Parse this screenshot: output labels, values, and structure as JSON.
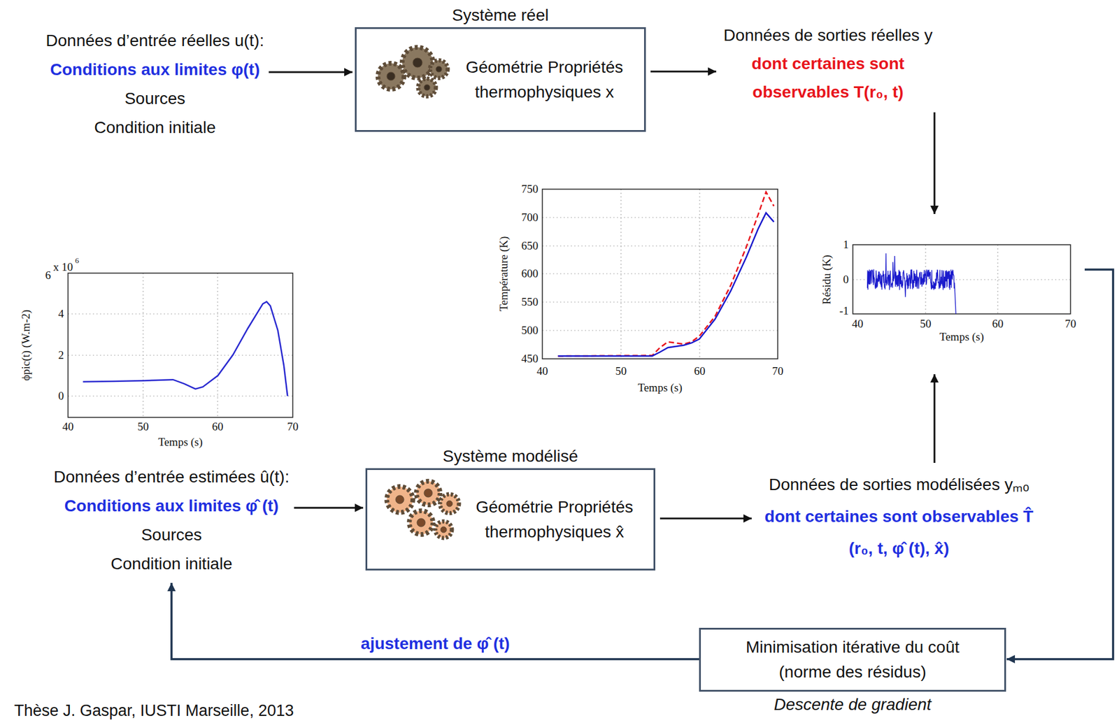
{
  "diagram": {
    "nodes": [
      {
        "text": [
          "Données d’entrée réelles u(t):",
          "Conditions aux limites φ(t)",
          "Sources",
          "Condition initiale"
        ]
      },
      {
        "text": [
          "Système réel",
          "Géométrie Propriétés thermophysiques x"
        ]
      },
      {
        "text": [
          "Données de sorties réelles y",
          "dont certaines sont observables T(r₀, t)"
        ]
      },
      {
        "text": [
          "Résidu (K)",
          "Temps (s)"
        ]
      },
      {
        "text": [
          "Données d’entrée estimées û(t):",
          "Conditions aux limites φ̂ (t)",
          "Sources",
          "Condition initiale"
        ]
      },
      {
        "text": [
          "Système modélisé",
          "Géométrie Propriétés thermophysiques x̂"
        ]
      },
      {
        "text": [
          "Données de sorties modélisées yₘₒ",
          "dont certaines sont observables T̂ (r₀, t, φ̂ (t), x̂)"
        ]
      },
      {
        "text": [
          "Minimisation itérative du coût (norme des résidus)",
          "Descente de gradient"
        ]
      }
    ],
    "edges": [
      {
        "from": 0,
        "to": 1,
        "arrow": "to"
      },
      {
        "from": 1,
        "to": 2,
        "arrow": "to"
      },
      {
        "from": 2,
        "to": 3,
        "arrow": "to"
      },
      {
        "from": 6,
        "to": 3,
        "arrow": "to"
      },
      {
        "from": 4,
        "to": 5,
        "arrow": "to"
      },
      {
        "from": 5,
        "to": 6,
        "arrow": "to"
      },
      {
        "from": 3,
        "to": 7,
        "arrow": "to"
      },
      {
        "from": 7,
        "to": 4,
        "label": "ajustement de φ̂ (t)",
        "arrow": "to"
      }
    ],
    "labels": [
      "Thèse J. Gaspar, IUSTI Marseille, 2013",
      "6",
      "x 10",
      "6",
      "4",
      "2",
      "0",
      "40",
      "50",
      "60",
      "70",
      "Temps (s)",
      "ϕpic(t) (W.m-2)",
      "750",
      "700",
      "650",
      "600",
      "550",
      "500",
      "450",
      "40",
      "50",
      "60",
      "70",
      "Temps (s)",
      "Température (K)",
      "1",
      "0",
      "-1",
      "40",
      "50",
      "60",
      "70"
    ]
  }
}
